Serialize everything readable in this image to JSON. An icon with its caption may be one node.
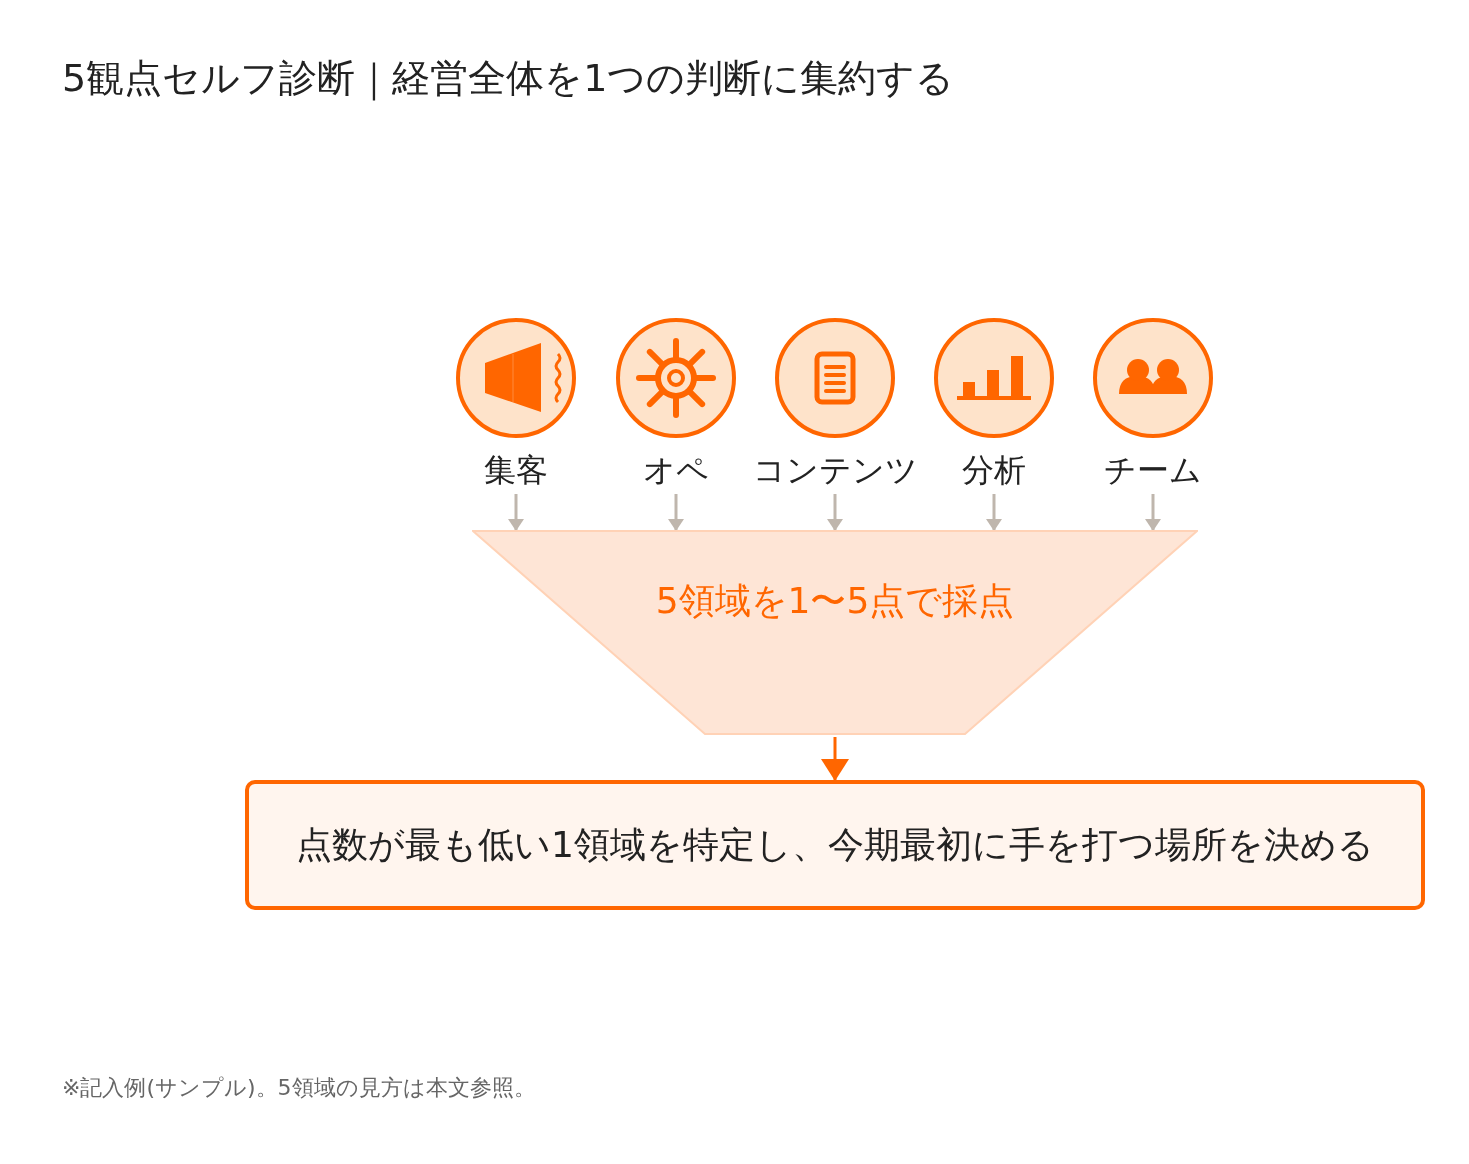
{
  "diagram": {
    "title": "5観点セルフ診断｜経営全体を1つの判断に集約する",
    "nodes": [
      {
        "text": [
          "集客"
        ]
      },
      {
        "text": [
          "オペ"
        ]
      },
      {
        "text": [
          "コンテンツ"
        ]
      },
      {
        "text": [
          "分析"
        ]
      },
      {
        "text": [
          "チーム"
        ]
      },
      {
        "text": [
          "5領域を1〜5点で採点"
        ]
      },
      {
        "text": [
          "点数が最も低い1領域を特定し、今期最初に手を打つ場所を決める"
        ]
      }
    ],
    "edges": [
      {
        "from": 0,
        "to": 5,
        "arrow": "to"
      },
      {
        "from": 1,
        "to": 5,
        "arrow": "to"
      },
      {
        "from": 2,
        "to": 5,
        "arrow": "to"
      },
      {
        "from": 3,
        "to": 5,
        "arrow": "to"
      },
      {
        "from": 4,
        "to": 5,
        "arrow": "to"
      },
      {
        "from": 5,
        "to": 6,
        "arrow": "to",
        "color": "#ff6600"
      }
    ],
    "caption": "※記入例(サンプル)。5領域の見方は本文参照。"
  }
}
